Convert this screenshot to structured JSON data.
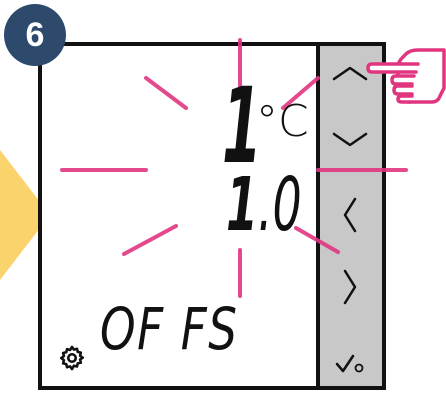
{
  "step": {
    "number": "6"
  },
  "display": {
    "main_digit": "1",
    "unit": "°C",
    "value_int": "1",
    "value_rest": ".0",
    "label": "OF FS"
  },
  "buttons": [
    "up",
    "down",
    "left",
    "right",
    "confirm"
  ],
  "icons": {
    "settings": "gear-icon",
    "up": "chevron-up-icon",
    "down": "chevron-down-icon",
    "left": "chevron-left-icon",
    "right": "chevron-right-icon",
    "confirm": "check-settings-icon",
    "hand": "pointing-hand-icon"
  },
  "colors": {
    "badge": "#2d4a6c",
    "ray": "#e0357f",
    "hand": "#e0357f",
    "panel": "#c8c8c8",
    "arrow": "#fbd36d",
    "border": "#111111"
  }
}
